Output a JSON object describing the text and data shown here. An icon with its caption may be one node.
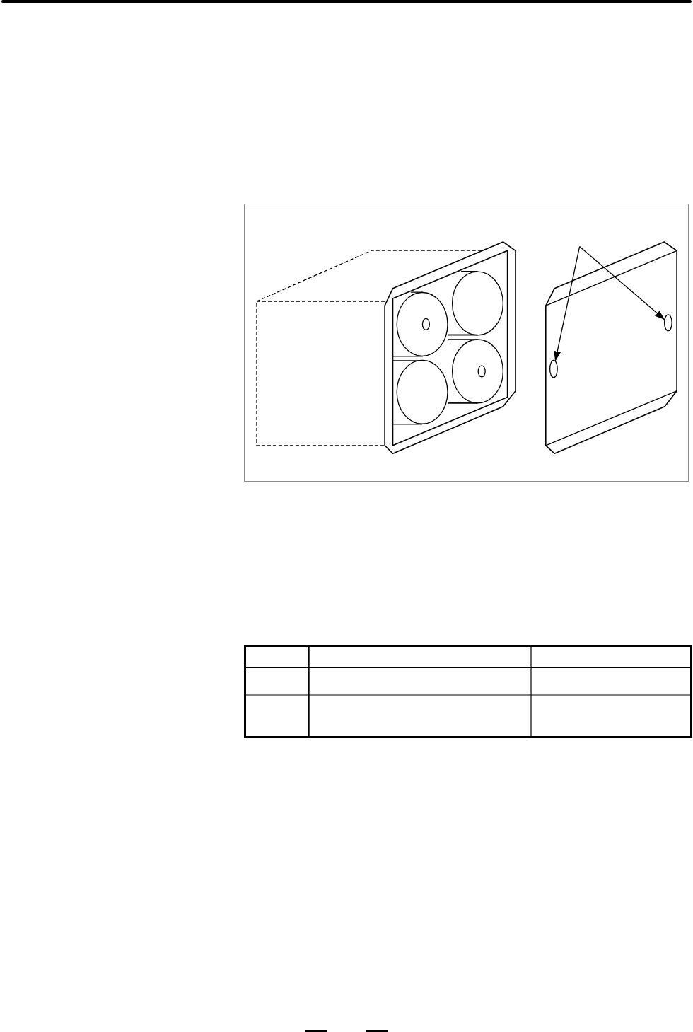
{
  "diagram": {
    "nodes": [
      {
        "text": [],
        "shape": "ellipse"
      },
      {
        "text": [],
        "shape": "ellipse"
      }
    ],
    "edges": [
      {
        "from": null,
        "to": 0,
        "arrow": "to"
      },
      {
        "from": null,
        "to": 1,
        "arrow": "to"
      }
    ]
  }
}
